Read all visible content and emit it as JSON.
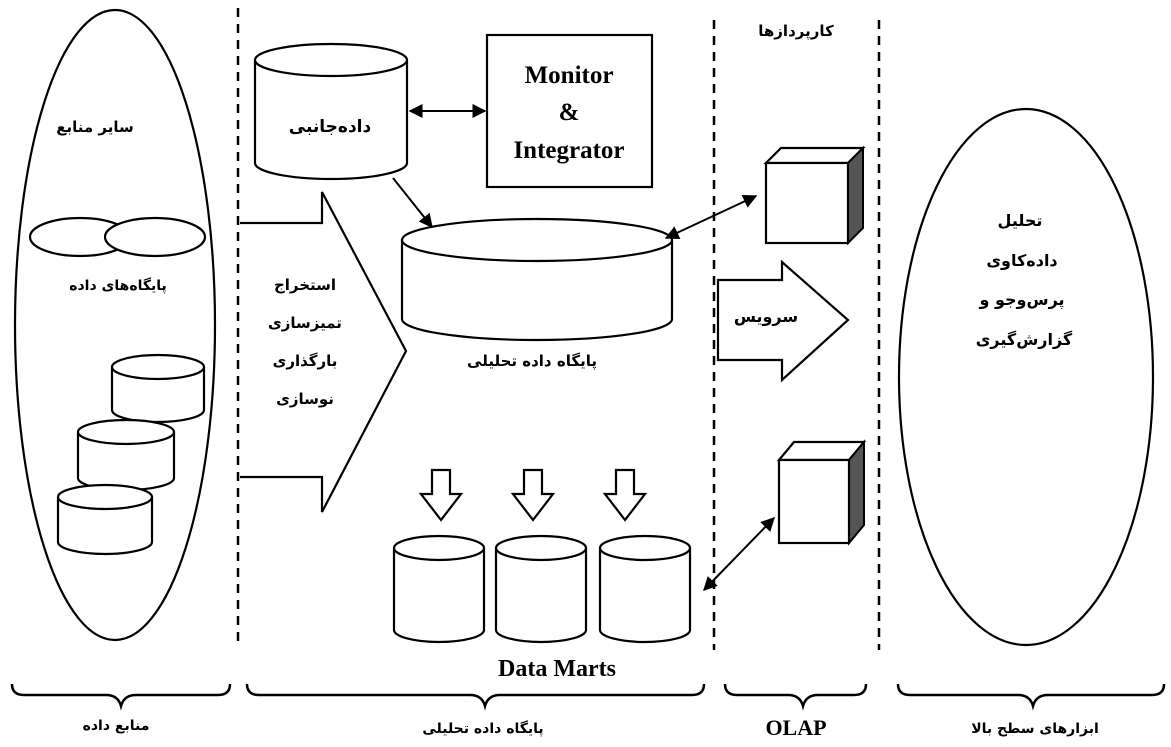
{
  "sources": {
    "other_sources": "سایر منابع",
    "databases": "پایگاه‌های داده"
  },
  "metadata_label": "داده‌جانبی",
  "monitor": {
    "line1": "Monitor",
    "line2": "&",
    "line3": "Integrator"
  },
  "etl_lines": [
    "استخراج",
    "تمیزسازی",
    "بارگذاری",
    "نوسازی"
  ],
  "warehouse_label": "پایگاه داده تحلیلی",
  "data_marts_label": "Data Marts",
  "olap": {
    "top_label": "کارپردازها",
    "serve_label": "سرویس"
  },
  "tools_lines": [
    "تحلیل",
    "داده‌کاوی",
    "پرس‌وجو و",
    "گزارش‌گیری"
  ],
  "bottom": {
    "data_sources": "منابع داده",
    "warehouse": "پایگاه داده تحلیلی",
    "olap": "OLAP",
    "front_end": "ابزارهای سطح بالا"
  }
}
